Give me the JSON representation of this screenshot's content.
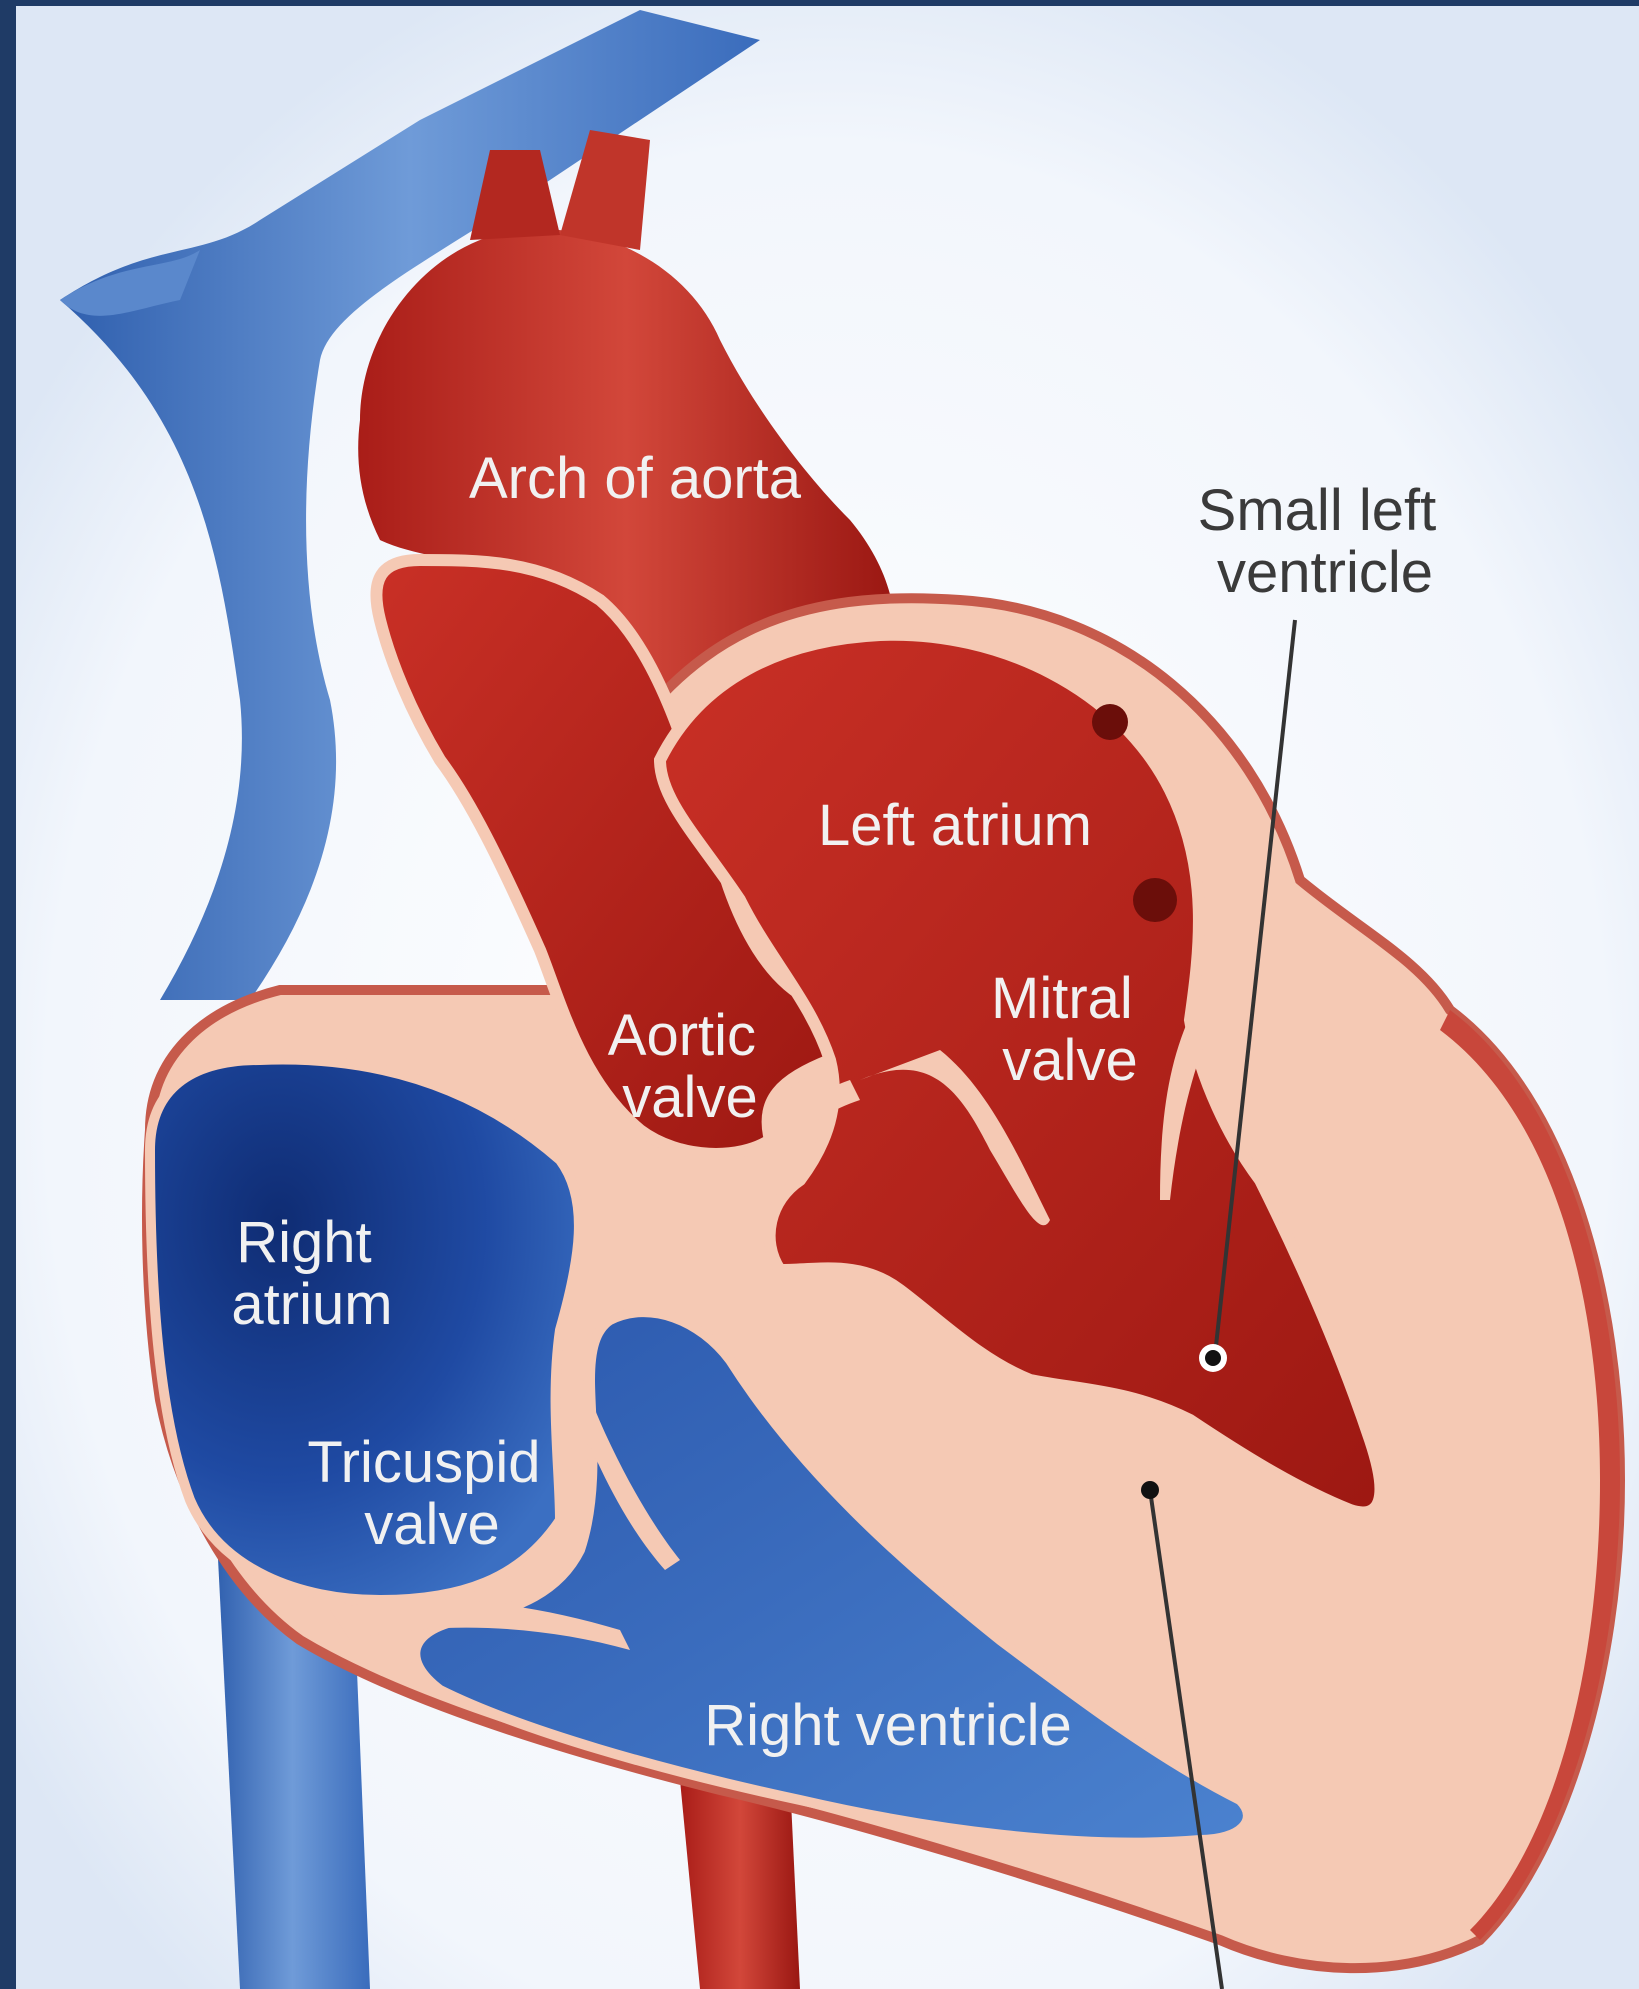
{
  "figure": {
    "colors": {
      "frame": "#1f3b66",
      "background": "#ffffff",
      "vein_blue": "#4a7dc8",
      "vein_dark": "#1b3f8f",
      "artery_red": "#b3211c",
      "artery_dark": "#7c120e",
      "myocardium": "#f5c9b4",
      "label_light": "#f1f1f1",
      "label_dark": "#3a3a3a"
    },
    "labels": {
      "arch_of_aorta": "Arch of aorta",
      "small_left_ventricle": [
        "Small left",
        "ventricle"
      ],
      "left_atrium": "Left atrium",
      "aortic_valve": [
        "Aortic",
        "valve"
      ],
      "mitral_valve": [
        "Mitral",
        "valve"
      ],
      "right_atrium": [
        "Right",
        "atrium"
      ],
      "tricuspid_valve": [
        "Tricuspid",
        "valve"
      ],
      "right_ventricle": "Right ventricle"
    }
  }
}
